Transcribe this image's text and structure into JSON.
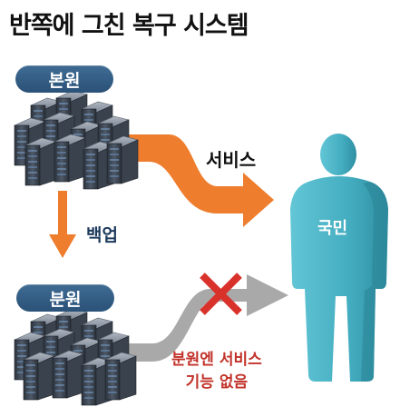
{
  "title": "반쪽에 그친 복구 시스템",
  "main_site": {
    "label": "본원"
  },
  "branch_site": {
    "label": "분원"
  },
  "flows": {
    "service_label": "서비스",
    "backup_label": "백업",
    "no_service_line1": "분원엔 서비스",
    "no_service_line2": "기능 없음"
  },
  "person": {
    "label": "국민"
  },
  "colors": {
    "pill": "#2f5a82",
    "service_arrow": "#ee7d2e",
    "backup_arrow": "#ee7d2e",
    "inactive_arrow": "#a9a9a9",
    "cross": "#d8322b",
    "person": "#4bb3c4",
    "warning_text": "#c2322a"
  },
  "icons": [
    "server-rack-icon",
    "arrow-right-icon",
    "arrow-down-icon",
    "x-mark-icon",
    "person-icon"
  ]
}
